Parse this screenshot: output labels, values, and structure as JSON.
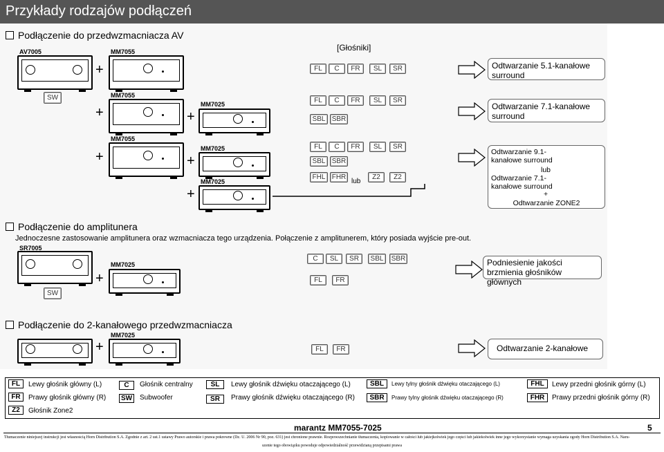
{
  "header": {
    "title": "Przykłady rodzajów podłączeń"
  },
  "section1": {
    "title": "Podłączenie do przedwzmacniacza AV",
    "speakers_label": "[Głośniki]",
    "row1": {
      "device_a": "AV7005",
      "device_b": "MM7055",
      "subwoofer": "SW",
      "speakers": [
        "FL",
        "C",
        "FR",
        "SL",
        "SR"
      ],
      "result": "Odtwarzanie 5.1-kanałowe surround"
    },
    "row2": {
      "device_a": "MM7055",
      "device_b": "MM7025",
      "speakers_top": [
        "FL",
        "C",
        "FR",
        "SL",
        "SR"
      ],
      "speakers_bottom": [
        "SBL",
        "SBR"
      ],
      "result": "Odtwarzanie 7.1-kanałowe surround"
    },
    "row3": {
      "device_a": "MM7055",
      "device_b": "MM7025",
      "device_c": "MM7025",
      "speakers_top": [
        "FL",
        "C",
        "FR",
        "SL",
        "SR"
      ],
      "speakers_mid": [
        "SBL",
        "SBR"
      ],
      "speakers_bottom": [
        "FHL",
        "FHR"
      ],
      "or": "lub",
      "speakers_zone": [
        "Z2",
        "Z2"
      ],
      "result_a": "Odtwarzanie 9.1-kanałowe surround",
      "result_or": "lub",
      "result_b": "Odtwarzanie 7.1-kanałowe surround",
      "result_plus": "+",
      "result_c": "Odtwarzanie ZONE2"
    }
  },
  "section2": {
    "title": "Podłączenie do amplitunera",
    "desc": "Jednoczesne zastosowanie amplitunera oraz wzmacniacza tego urządzenia. Połączenie z amplitunerem, który posiada wyjście pre-out.",
    "device_a": "SR7005",
    "device_b": "MM7025",
    "subwoofer": "SW",
    "speakers_top": [
      "C",
      "SL",
      "SR",
      "SBL",
      "SBR"
    ],
    "speakers_bottom": [
      "FL",
      "FR"
    ],
    "result": "Podniesienie jakości brzmienia głośników głównych"
  },
  "section3": {
    "title": "Podłączenie do 2-kanałowego przedwzmacniacza",
    "device_b": "MM7025",
    "speakers": [
      "FL",
      "FR"
    ],
    "result": "Odtwarzanie 2-kanałowe"
  },
  "plus": "+",
  "legend": {
    "items": [
      {
        "code": "FL",
        "text": "Lewy głośnik główny (L)"
      },
      {
        "code": "FR",
        "text": "Prawy głośnik główny (R)"
      },
      {
        "code": "Z2",
        "text": "Głośnik Zone2"
      },
      {
        "code": "C",
        "text": "Głośnik centralny"
      },
      {
        "code": "SW",
        "text": "Subwoofer"
      },
      {
        "code": "SL",
        "text": "Lewy głośnik dźwięku otaczającego (L)"
      },
      {
        "code": "SR",
        "text": "Prawy głośnik dźwięku otaczającego (R)"
      },
      {
        "code": "SBL",
        "text": "Lewy tylny głośnik dźwięku otaczającego (L)"
      },
      {
        "code": "SBR",
        "text": "Prawy tylny głośnik dźwięku otaczającego (R)"
      },
      {
        "code": "FHL",
        "text": "Lewy przedni głośnik górny (L)"
      },
      {
        "code": "FHR",
        "text": "Prawy przedni głośnik górny (R)"
      }
    ]
  },
  "footer": {
    "model": "marantz MM7055-7025",
    "page": "5",
    "legal_1": "Tłumaczenie niniejszej instrukcji jest własnością Horn Distribution S.A. Zgodnie z art. 2 ust.1 ustawy Prawo autorskie i prawa pokrewne (Dz. U. 2006 Nr 90, poz. 631) jest chronione prawnie. Rozpowszechnianie tłumaczenia, kopiowanie w całości lub jakiejkolwiek jego części lub jakiekolwiek inne jego wykorzystanie wymaga uzyskania zgody Horn Distribution S.A. Naru-",
    "legal_2": "szenie tego obowiązku powoduje odpowiedzialność przewidzianą przepisami prawa"
  }
}
